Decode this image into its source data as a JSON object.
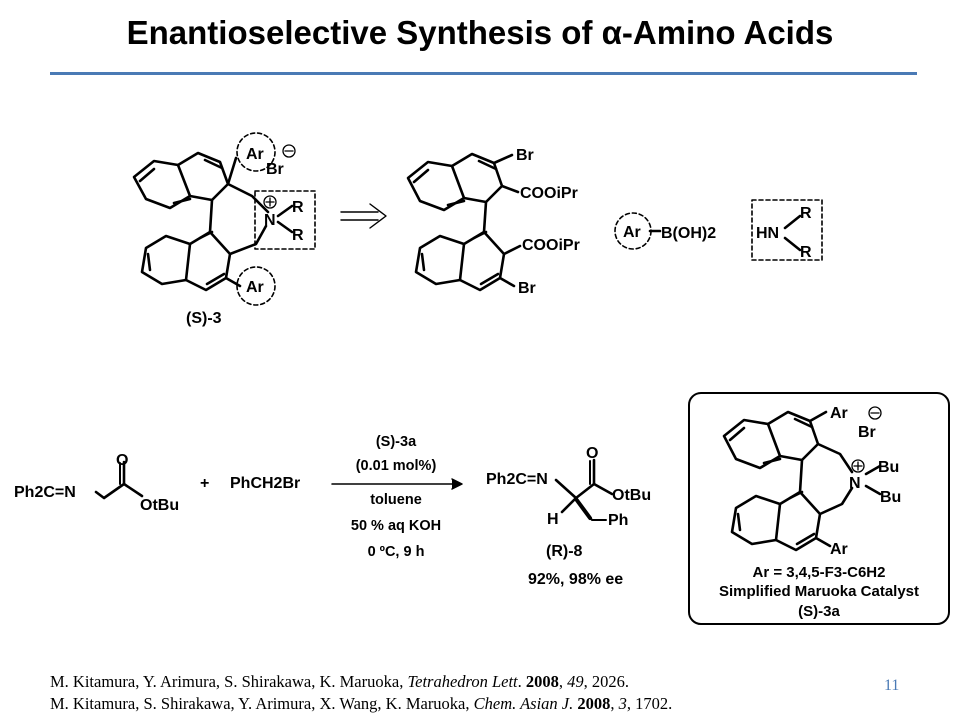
{
  "slide": {
    "title": "Enantioselective Synthesis of α-Amino Acids",
    "page_number": "11"
  },
  "retrosynthesis": {
    "catalyst_label": "(S)-3",
    "cat_ar_top": "Ar",
    "cat_br": "Br",
    "cat_ar_bottom": "Ar",
    "cat_n": "N",
    "cat_r1": "R",
    "cat_r2": "R",
    "arrow": "retrosynthetic-arrow",
    "diester_br_top": "Br",
    "diester_ester_top": "COOiPr",
    "diester_ester_bottom": "COOiPr",
    "diester_br_bottom": "Br",
    "boronic_ar": "Ar",
    "boronic_rest": "B(OH)2",
    "amine_hn": "HN",
    "amine_r1": "R",
    "amine_r2": "R"
  },
  "reaction": {
    "substrate": "Ph2C=N",
    "substrate_o": "O",
    "substrate_otbu": "OtBu",
    "plus": "+",
    "reagent": "PhCH2Br",
    "catalyst": "(S)-3a",
    "catalyst_loading": "(0.01 mol%)",
    "solvent": "toluene",
    "base": "50 % aq KOH",
    "conditions": "0 ºC, 9 h",
    "product_imine": "Ph2C=N",
    "product_o": "O",
    "product_otbu": "OtBu",
    "product_h": "H",
    "product_ph": "Ph",
    "product_label": "(R)-8",
    "product_result": "92%, 98% ee"
  },
  "catalyst_box": {
    "ar_top": "Ar",
    "br": "Br",
    "n": "N",
    "bu1": "Bu",
    "bu2": "Bu",
    "ar_bottom": "Ar",
    "ar_definition": "Ar = 3,4,5-F3-C6H2",
    "caption": "Simplified Maruoka Catalyst",
    "label": "(S)-3a"
  },
  "references": [
    {
      "authors": "M. Kitamura, Y. Arimura, S. Shirakawa, K. Maruoka, ",
      "journal": "Tetrahedron Lett",
      "tail_plain": ". ",
      "year": "2008",
      "volume": "49",
      "pages": "2026"
    },
    {
      "authors": "M. Kitamura, S. Shirakawa, Y. Arimura, X. Wang, K. Maruoka, ",
      "journal": "Chem. Asian J.",
      "tail_plain": " ",
      "year": "2008",
      "volume": "3",
      "pages": "1702"
    }
  ]
}
